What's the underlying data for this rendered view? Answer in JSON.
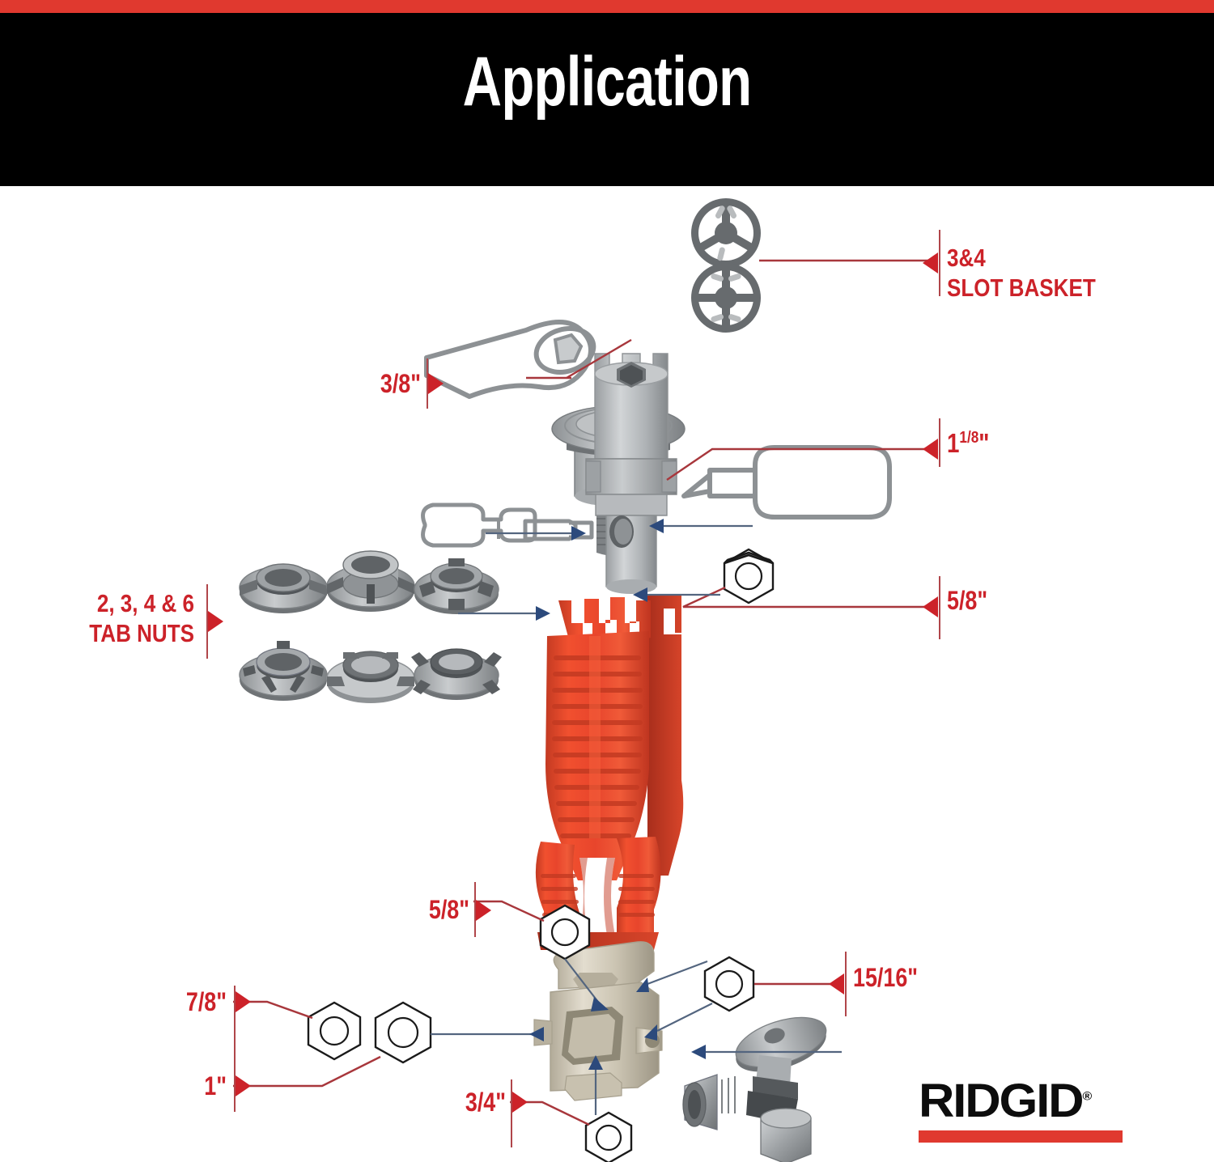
{
  "header": {
    "title": "Application",
    "accent_red": "#e0392f",
    "band_black": "#000000"
  },
  "brand": {
    "name": "RIDGID",
    "registered_mark": "®",
    "bar_color": "#e0392f"
  },
  "colors": {
    "label_red": "#cc2229",
    "leader_red": "#a8373c",
    "leader_blue": "#53657f",
    "arrow_blue": "#2c4a7c",
    "tool_red": "#e8452c",
    "metal_gray": "#b9bcbe",
    "beige": "#d8d2c3"
  },
  "labels": [
    {
      "id": "slot-basket",
      "line1": "3&4",
      "line2": "SLOT BASKET",
      "side": "right"
    },
    {
      "id": "size-3-8",
      "text": "3/8\"",
      "side": "left"
    },
    {
      "id": "size-1-1-8",
      "whole": "1",
      "fraction": "1/8",
      "unit": "\"",
      "side": "right"
    },
    {
      "id": "tab-nuts",
      "line1": "2, 3, 4 & 6",
      "line2": "TAB NUTS",
      "side": "left"
    },
    {
      "id": "size-5-8-top",
      "text": "5/8\"",
      "side": "right"
    },
    {
      "id": "size-5-8-bot",
      "text": "5/8\"",
      "side": "left"
    },
    {
      "id": "size-15-16",
      "text": "15/16\"",
      "side": "right"
    },
    {
      "id": "size-7-8",
      "text": "7/8\"",
      "side": "left"
    },
    {
      "id": "size-1",
      "text": "1\"",
      "side": "left"
    },
    {
      "id": "size-3-4",
      "text": "3/4\"",
      "side": "left"
    }
  ],
  "parts": [
    {
      "id": "sink-basket-strainer",
      "name": "Sink basket strainer body"
    },
    {
      "id": "basket-crossbar-3slot",
      "name": "3 slot basket crossbar"
    },
    {
      "id": "basket-crossbar-4slot",
      "name": "4 slot basket crossbar"
    },
    {
      "id": "box-end-wrench",
      "name": "Box end wrench"
    },
    {
      "id": "open-end-wrench",
      "name": "Open end wrench"
    },
    {
      "id": "screwdriver",
      "name": "Screwdriver"
    },
    {
      "id": "faucet-socket-tool",
      "name": "Faucet socket tool"
    },
    {
      "id": "tab-nut",
      "name": "Tab nut",
      "count": 6
    },
    {
      "id": "red-wrench",
      "name": "Red multi-purpose faucet and sink wrench"
    },
    {
      "id": "basin-wrench-head",
      "name": "Basin wrench head"
    },
    {
      "id": "angle-stop-valve",
      "name": "Angle stop valve"
    },
    {
      "id": "hex-nut",
      "name": "Hex nut",
      "count": 6
    }
  ]
}
